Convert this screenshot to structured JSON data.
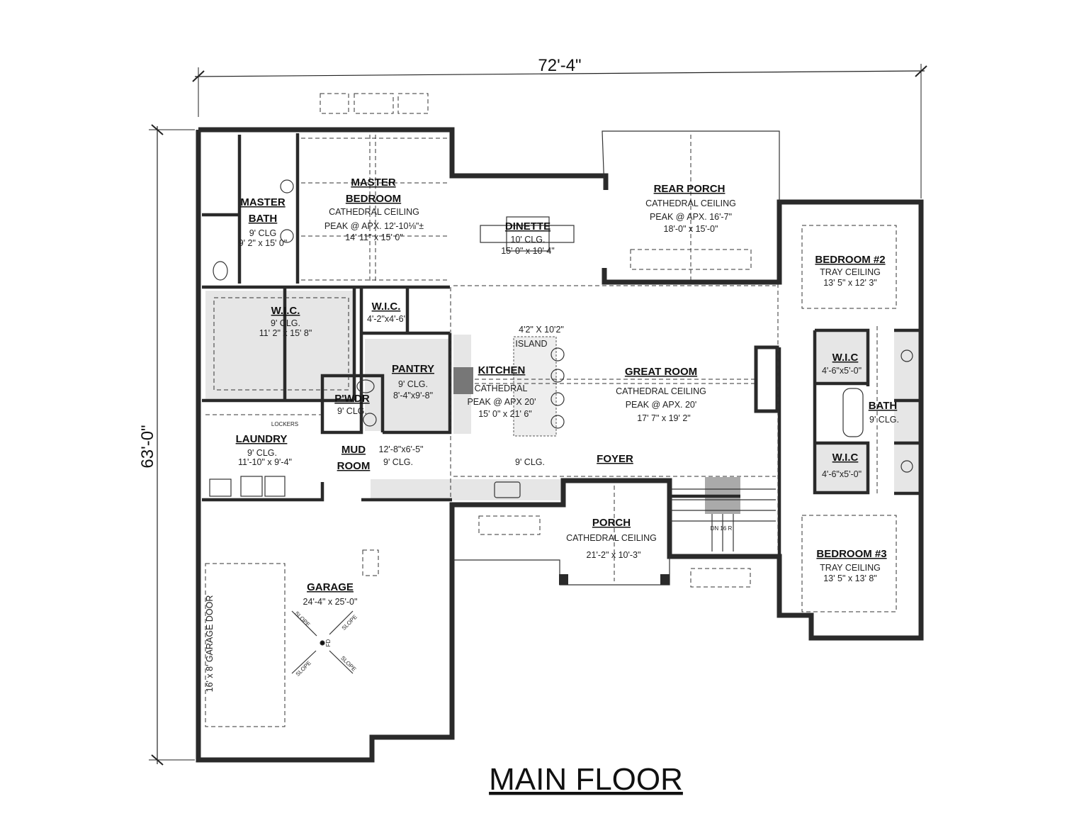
{
  "title": "MAIN FLOOR",
  "dimensions": {
    "width": "72'-4\"",
    "depth": "63'-0\""
  },
  "rooms": {
    "master_bath": {
      "name1": "MASTER",
      "name2": "BATH",
      "ceiling": "9' CLG",
      "size": "9' 2\" x 15' 0\""
    },
    "master_bedroom": {
      "name1": "MASTER",
      "name2": "BEDROOM",
      "ceiling": "CATHEDRAL CEILING",
      "peak": "PEAK @ APX. 12'-10⅛\"±",
      "size": "14' 11\" x 15' 0\""
    },
    "dinette": {
      "name": "DINETTE",
      "ceiling": "10' CLG.",
      "size": "15' 0\" x 10' 4\""
    },
    "rear_porch": {
      "name": "REAR PORCH",
      "ceiling": "CATHEDRAL CEILING",
      "peak": "PEAK @ APX. 16'-7\"",
      "size": "18'-0\" x 15'-0\""
    },
    "bedroom2": {
      "name": "BEDROOM #2",
      "ceiling": "TRAY CEILING",
      "size": "13' 5\" x 12' 3\""
    },
    "master_wic": {
      "name": "W.I.C.",
      "ceiling": "9' CLG.",
      "size": "11' 2\" x 15' 8\""
    },
    "small_wic": {
      "name": "W.I.C.",
      "size": "4'-2\"x4'-6'"
    },
    "pantry": {
      "name": "PANTRY",
      "ceiling": "9' CLG.",
      "size": "8'-4\"x9'-8\""
    },
    "powder": {
      "name": "P'WDR",
      "ceiling": "9' CLG."
    },
    "lockers": "LOCKERS",
    "laundry": {
      "name": "LAUNDRY",
      "ceiling": "9' CLG.",
      "size": "11'-10\" x 9'-4\""
    },
    "mud_room": {
      "name1": "MUD",
      "name2": "ROOM",
      "size": "12'-8\"x6'-5\"",
      "ceiling": "9' CLG."
    },
    "island": {
      "size": "4'2\" X 10'2\"",
      "name": "ISLAND"
    },
    "kitchen": {
      "name": "KITCHEN",
      "ceiling": "CATHEDRAL",
      "peak": "PEAK @ APX 20'",
      "size": "15' 0\" x 21' 6\""
    },
    "great_room": {
      "name": "GREAT ROOM",
      "ceiling": "CATHEDRAL CEILING",
      "peak": "PEAK @ APX. 20'",
      "size": "17' 7\" x 19' 2\""
    },
    "hall_ceiling": "9' CLG.",
    "foyer": {
      "name": "FOYER"
    },
    "porch": {
      "name": "PORCH",
      "ceiling": "CATHEDRAL CEILING",
      "size": "21'-2\" x 10'-3\""
    },
    "stairs": {
      "label": "DN 16 R"
    },
    "wic_upper": {
      "name": "W.I.C",
      "size": "4'-6\"x5'-0\""
    },
    "wic_lower": {
      "name": "W.I.C",
      "size": "4'-6\"x5'-0\""
    },
    "bath": {
      "name": "BATH",
      "ceiling": "9' CLG."
    },
    "bedroom3": {
      "name": "BEDROOM #3",
      "ceiling": "TRAY CEILING",
      "size": "13' 5\" x 13' 8\""
    },
    "garage": {
      "name": "GARAGE",
      "size": "24'-4\" x 25'-0\"",
      "door": "16' x 8' GARAGE DOOR",
      "slope": "SLOPE",
      "drain": "FD"
    }
  }
}
